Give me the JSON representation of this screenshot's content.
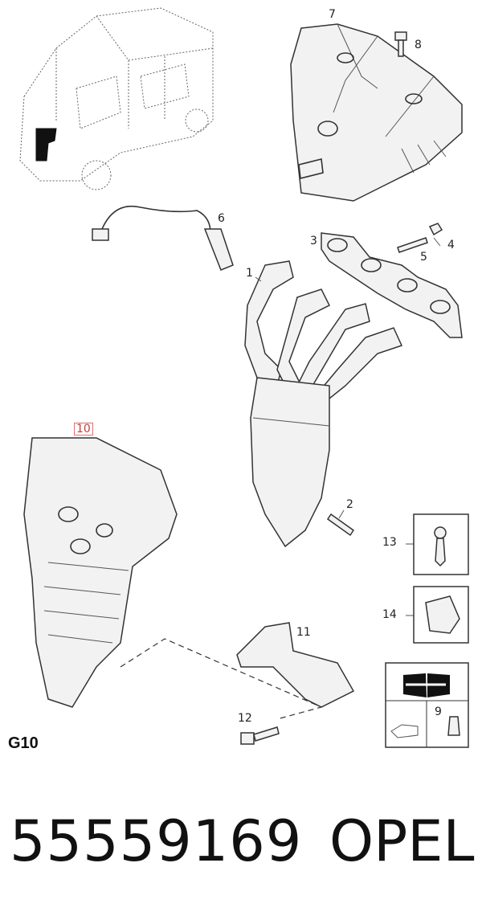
{
  "callouts": {
    "c1": "1",
    "c2": "2",
    "c3": "3",
    "c4": "4",
    "c5": "5",
    "c6": "6",
    "c7": "7",
    "c8": "8",
    "c9": "9",
    "c10": "10",
    "c11": "11",
    "c12": "12",
    "c13": "13",
    "c14": "14"
  },
  "section_code": "G10",
  "footer": {
    "part_number": "55559169",
    "brand": "OPEL"
  }
}
